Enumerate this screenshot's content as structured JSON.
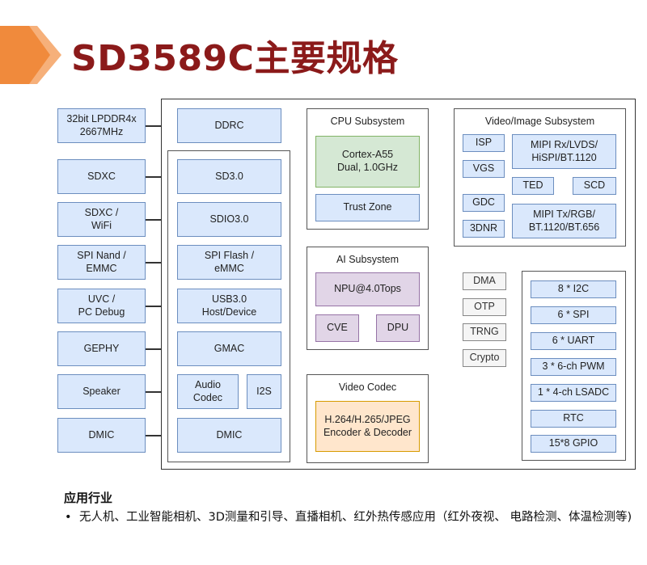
{
  "title": "SD3589C主要规格",
  "external": [
    "32bit LPDDR4x\n2667MHz",
    "SDXC",
    "SDXC /\nWiFi",
    "SPI Nand /\nEMMC",
    "UVC /\nPC Debug",
    "GEPHY",
    "Speaker",
    "DMIC"
  ],
  "ctrl": {
    "ddrc": "DDRC",
    "sd30": "SD3.0",
    "sdio": "SDIO3.0",
    "spiflash": "SPI Flash /\neMMC",
    "usb": "USB3.0\nHost/Device",
    "gmac": "GMAC",
    "audio": "Audio\nCodec",
    "i2s": "I2S",
    "dmic": "DMIC"
  },
  "cpu": {
    "title": "CPU Subsystem",
    "core": "Cortex-A55\nDual, 1.0GHz",
    "trust": "Trust Zone"
  },
  "ai": {
    "title": "AI Subsystem",
    "npu": "NPU@4.0Tops",
    "cve": "CVE",
    "dpu": "DPU"
  },
  "codec": {
    "title": "Video Codec",
    "enc": "H.264/H.265/JPEG\nEncoder & Decoder"
  },
  "video": {
    "title": "Video/Image Subsystem",
    "isp": "ISP",
    "vgs": "VGS",
    "gdc": "GDC",
    "dnr": "3DNR",
    "mipi_rx": "MIPI Rx/LVDS/\nHiSPI/BT.1120",
    "ted": "TED",
    "scd": "SCD",
    "mipi_tx": "MIPI Tx/RGB/\nBT.1120/BT.656"
  },
  "misc": [
    "DMA",
    "OTP",
    "TRNG",
    "Crypto"
  ],
  "periph": [
    "8 * I2C",
    "6 * SPI",
    "6 * UART",
    "3 * 6-ch PWM",
    "1 * 4-ch LSADC",
    "RTC",
    "15*8 GPIO"
  ],
  "applications": {
    "heading": "应用行业",
    "bullet": "•",
    "text": "无人机、工业智能相机、3D测量和引导、直播相机、红外热传感应用（红外夜视、 电路检测、体温检测等)"
  },
  "colors": {
    "title": "#8b1a1a",
    "chevron": "#f08a3c",
    "blue": "#dae8fc",
    "green": "#d5e8d4",
    "purple": "#e1d5e7",
    "orange": "#ffe6cc"
  }
}
